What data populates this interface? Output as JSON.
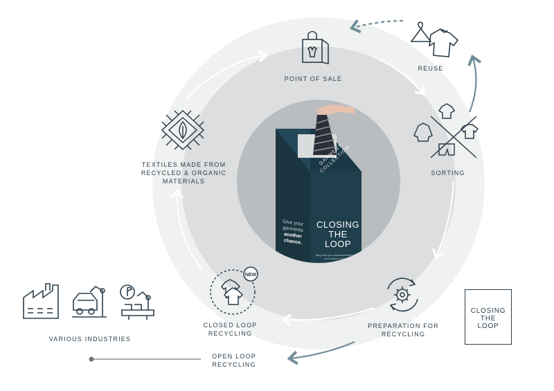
{
  "colors": {
    "outer_ring": "#f0f1f1",
    "mid_ring": "#dcdedf",
    "inner_circle": "#b9bdbf",
    "bin": "#1e3f4b",
    "line": "#2c3e4a",
    "arrow": "#6f8d98"
  },
  "stages": {
    "point_of_sale": {
      "label": "POINT OF SALE",
      "icon": "shopping-bag-icon"
    },
    "reuse": {
      "label": "REUSE",
      "icon": "clothes-hanger-icon"
    },
    "sorting": {
      "label": "SORTING",
      "icon": "sorting-garments-icon"
    },
    "preparation": {
      "lines": [
        "PREPARATION FOR",
        "RECYCLING"
      ],
      "icon": "gear-cycle-icon"
    },
    "closed_loop": {
      "lines": [
        "CLOSED LOOP",
        "RECYCLING"
      ],
      "icon": "closed-loop-garments-icon",
      "badge": "NEW"
    },
    "textiles": {
      "lines": [
        "TEXTILES MADE FROM",
        "RECYCLED & ORGANIC",
        "MATERIALS"
      ],
      "icon": "leaf-textile-icon"
    },
    "open_loop": {
      "lines": [
        "OPEN LOOP",
        "RECYCLING"
      ]
    },
    "industries": {
      "label": "VARIOUS INDUSTRIES",
      "icons": [
        "factory-icon",
        "car-robot-icon",
        "plant-robot-icon"
      ]
    }
  },
  "bin": {
    "side_label": [
      "GARMENT",
      "COLLECTION"
    ],
    "title": [
      "CLOSING",
      "THE",
      "LOOP"
    ],
    "tagline": [
      "Give your",
      "garments",
      "another",
      "chance."
    ],
    "fine_print": [
      "Bring back your unwanted textiles to us,",
      "to be reused or recycled."
    ]
  },
  "logo": {
    "lines": [
      "CLOSING",
      "THE",
      "LOOP"
    ]
  }
}
